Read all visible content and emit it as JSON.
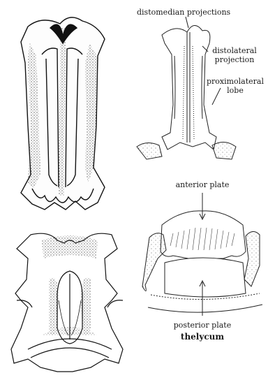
{
  "labels": {
    "distomedian": "distomedian projections",
    "distolateral_1": "distolateral",
    "distolateral_2": "projection",
    "proximolateral_1": "proximolateral",
    "proximolateral_2": "lobe",
    "anterior_plate": "anterior plate",
    "posterior_plate": "posterior plate",
    "thelycum": "thelycum"
  }
}
